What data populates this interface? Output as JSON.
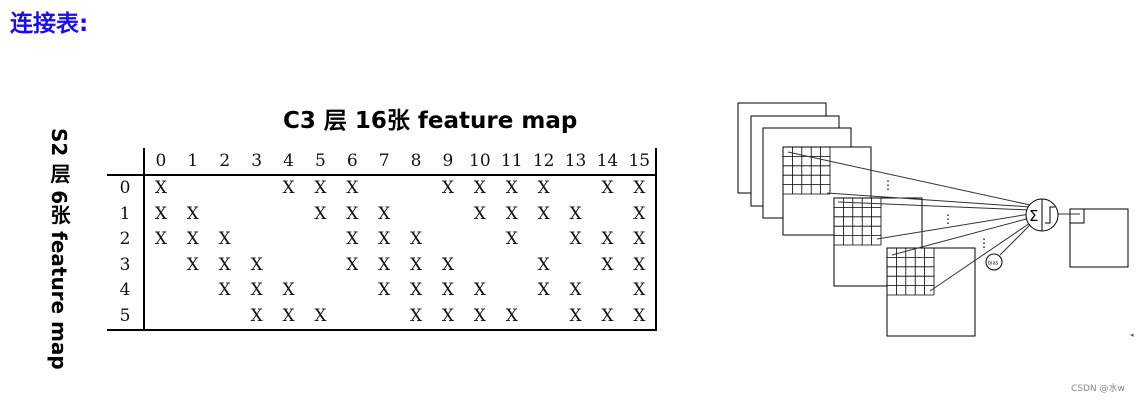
{
  "heading": "连接表:",
  "column_title": "C3 层 16张 feature map",
  "row_title": "S2 层 6张 feature map",
  "table": {
    "columns": [
      "0",
      "1",
      "2",
      "3",
      "4",
      "5",
      "6",
      "7",
      "8",
      "9",
      "10",
      "11",
      "12",
      "13",
      "14",
      "15"
    ],
    "rows": [
      {
        "label": "0",
        "cells": [
          "X",
          "",
          "",
          "",
          "X",
          "X",
          "X",
          "",
          "",
          "X",
          "X",
          "X",
          "X",
          "",
          "X",
          "X"
        ]
      },
      {
        "label": "1",
        "cells": [
          "X",
          "X",
          "",
          "",
          "",
          "X",
          "X",
          "X",
          "",
          "",
          "X",
          "X",
          "X",
          "X",
          "",
          "X"
        ]
      },
      {
        "label": "2",
        "cells": [
          "X",
          "X",
          "X",
          "",
          "",
          "",
          "X",
          "X",
          "X",
          "",
          "",
          "X",
          "",
          "X",
          "X",
          "X"
        ]
      },
      {
        "label": "3",
        "cells": [
          "",
          "X",
          "X",
          "X",
          "",
          "",
          "X",
          "X",
          "X",
          "X",
          "",
          "",
          "X",
          "",
          "X",
          "X"
        ]
      },
      {
        "label": "4",
        "cells": [
          "",
          "",
          "X",
          "X",
          "X",
          "",
          "",
          "X",
          "X",
          "X",
          "X",
          "",
          "X",
          "X",
          "",
          "X"
        ]
      },
      {
        "label": "5",
        "cells": [
          "",
          "",
          "",
          "X",
          "X",
          "X",
          "",
          "",
          "X",
          "X",
          "X",
          "X",
          "",
          "X",
          "X",
          "X"
        ]
      }
    ]
  },
  "diagram": {
    "sum_symbol": "Σ",
    "bias_label": "bias",
    "dots": "⋮"
  },
  "watermark": "CSDN @水w",
  "edge_marker": "◂"
}
